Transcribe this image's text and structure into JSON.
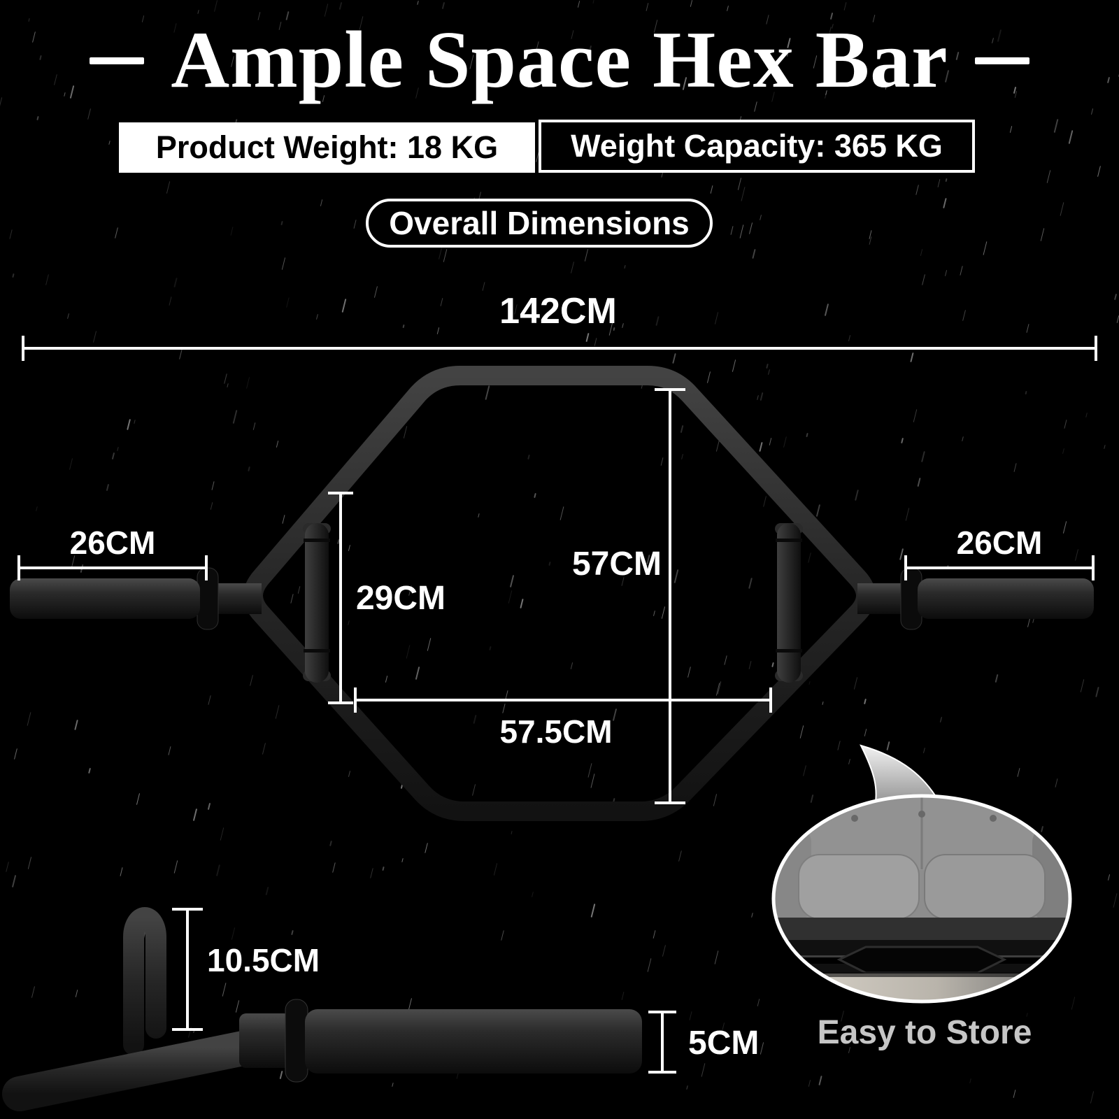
{
  "title": {
    "text": "Ample Space Hex Bar"
  },
  "badges": {
    "product_weight": "Product Weight: 18 KG",
    "weight_capacity": "Weight Capacity: 365 KG"
  },
  "section_pill": {
    "label": "Overall Dimensions"
  },
  "diagram": {
    "labels": {
      "overall_length": "142CM",
      "left_sleeve_length": "26CM",
      "right_sleeve_length": "26CM",
      "inner_height": "57CM",
      "handle_length": "29CM",
      "inner_width": "57.5CM",
      "handle_rise": "10.5CM",
      "sleeve_diameter": "5CM"
    }
  },
  "inset": {
    "caption": "Easy to Store"
  },
  "colors": {
    "background": "#000000",
    "dimension_line": "#ffffff",
    "title_text": "#ffffff",
    "badge_white_bg": "#ffffff",
    "badge_black_bg": "#000000",
    "caption_text": "#c6c6c6",
    "bar_metal_dark": "#161616",
    "bar_metal_light": "#434343"
  }
}
